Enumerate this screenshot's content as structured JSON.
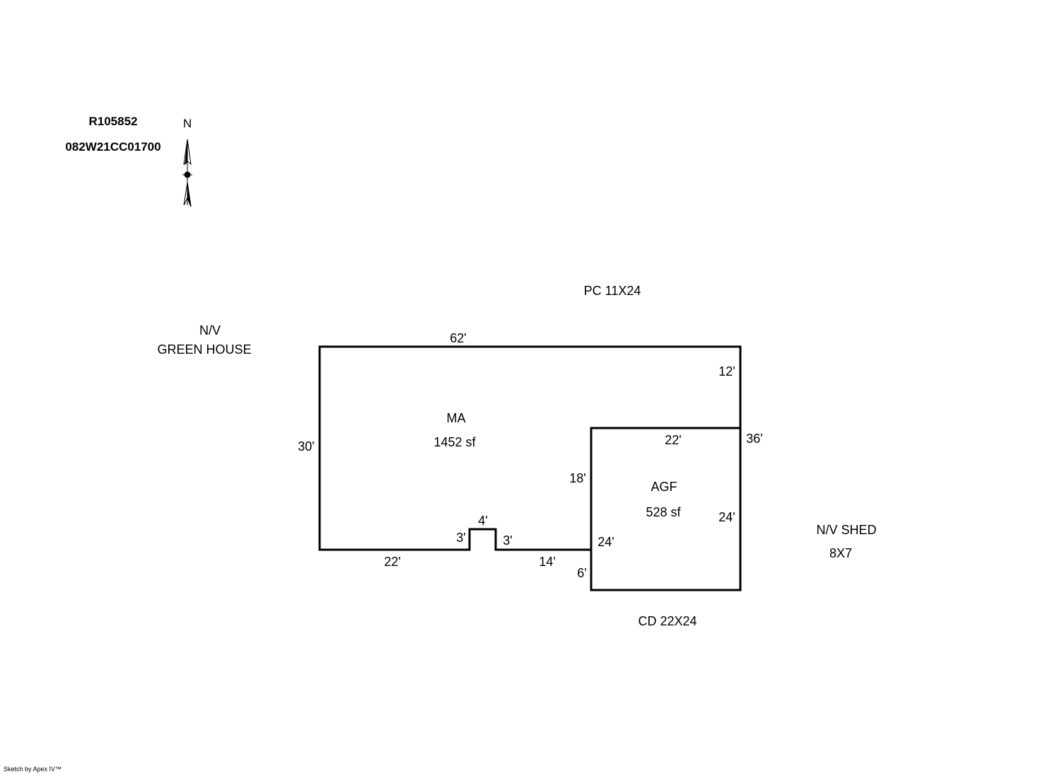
{
  "header": {
    "account": "R105852",
    "parcel": "082W21CC01700",
    "north_label": "N"
  },
  "areas": {
    "ma": {
      "code": "MA",
      "area": "1452 sf"
    },
    "agf": {
      "code": "AGF",
      "area": "528 sf"
    }
  },
  "dimensions": {
    "ma_top": "62'",
    "ma_right_upper": "12'",
    "ma_left": "30'",
    "ma_bottom_left": "22'",
    "notch_left": "3'",
    "notch_top": "4'",
    "notch_right": "3'",
    "ma_bottom_right": "14'",
    "agf_left": "18'",
    "agf_top": "22'",
    "total_right": "36'",
    "agf_right": "24'",
    "agf_left_lower": "24'",
    "agf_bottom_left": "6'"
  },
  "notes": {
    "pc": "PC 11X24",
    "green_house_1": "N/V",
    "green_house_2": "GREEN HOUSE",
    "shed_1": "N/V SHED",
    "shed_2": "8X7",
    "cd": "CD 22X24"
  },
  "footer": {
    "credit": "Sketch by Apex IV™"
  }
}
